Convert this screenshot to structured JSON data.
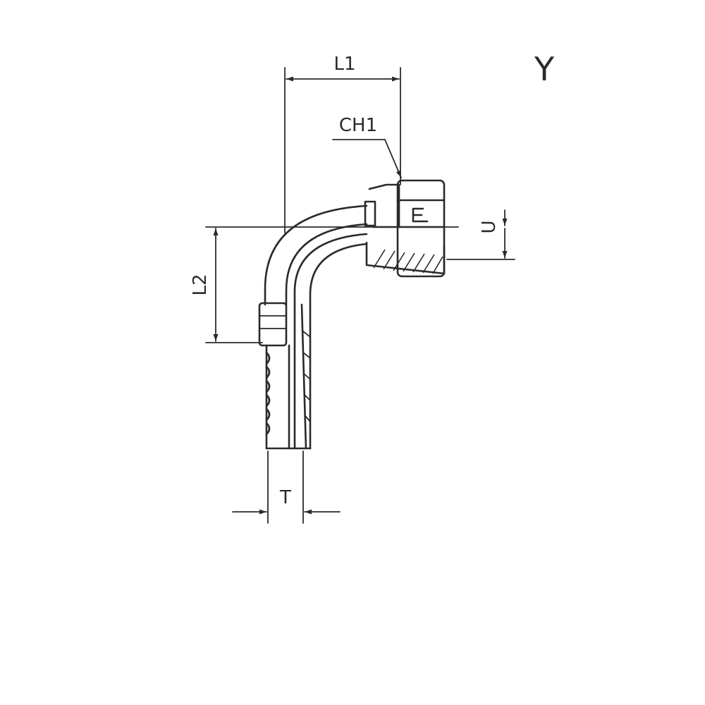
{
  "drawing": {
    "view_label": "Y",
    "dimensions": {
      "l1": "L1",
      "l2": "L2",
      "ch1": "CH1",
      "u": "U",
      "t": "T"
    }
  }
}
